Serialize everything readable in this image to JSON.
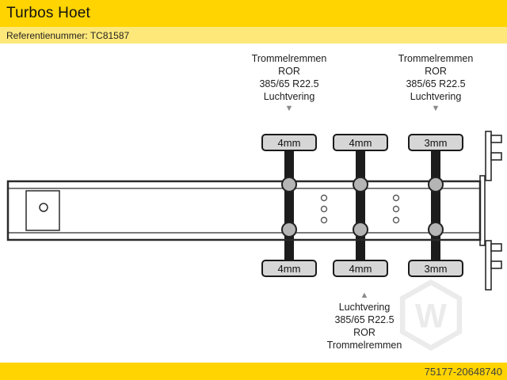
{
  "header": {
    "title": "Turbos Hoet",
    "reference": "Referentienummer: TC81587"
  },
  "annotations": {
    "axle1_top": [
      "Trommelremmen",
      "ROR",
      "385/65 R22.5",
      "Luchtvering"
    ],
    "axle3_top": [
      "Trommelremmen",
      "ROR",
      "385/65 R22.5",
      "Luchtvering"
    ],
    "axle2_bottom": [
      "Luchtvering",
      "385/65 R22.5",
      "ROR",
      "Trommelremmen"
    ]
  },
  "axles": [
    {
      "top_tread": "4mm",
      "bottom_tread": "4mm"
    },
    {
      "top_tread": "4mm",
      "bottom_tread": "4mm"
    },
    {
      "top_tread": "3mm",
      "bottom_tread": "3mm"
    }
  ],
  "icons": {
    "down_arrow": "▼",
    "up_arrow": "▲",
    "watermark_letter": "W"
  },
  "footer": {
    "listing_number": "75177-20648740"
  },
  "colors": {
    "header_yellow": "#ffd400",
    "reference_strip_yellow": "#ffe87a",
    "badge_gray": "#d6d6d6",
    "line_black": "#1c1c1c"
  }
}
